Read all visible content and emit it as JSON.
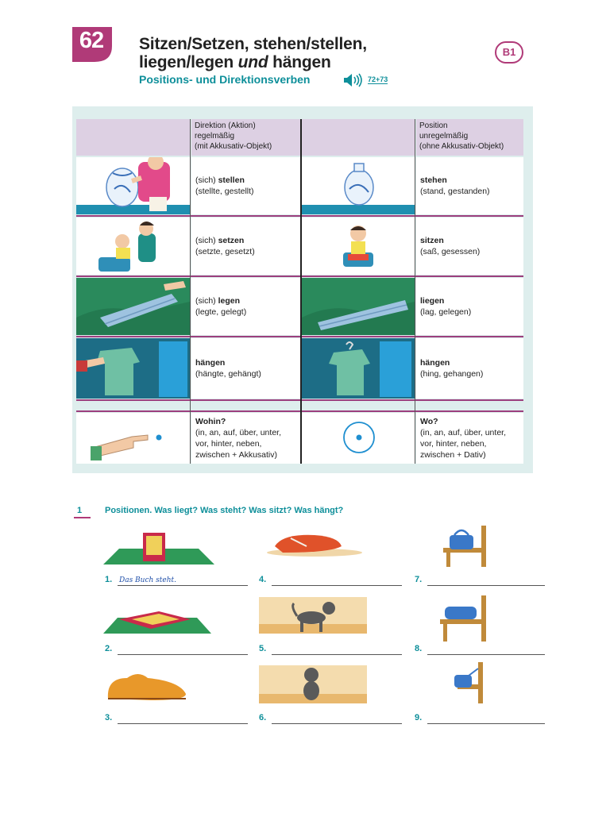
{
  "header": {
    "unit_number": "62",
    "title_line1": "Sitzen/Setzen, stehen/stellen,",
    "title_line2_a": "liegen/legen ",
    "title_line2_b": "und",
    "title_line2_c": " hängen",
    "subtitle": "Positions- und Direktionsverben",
    "audio_track": "72+73",
    "level": "B1",
    "colors": {
      "magenta": "#b03a78",
      "teal": "#0e8f9a",
      "panel": "#deeeed",
      "header_cell": "#ddd0e3"
    }
  },
  "grammar_table": {
    "direction_header": [
      "Direktion (Aktion)",
      "regelmäßig",
      "(mit Akkusativ-Objekt)"
    ],
    "position_header": [
      "Position",
      "unregelmäßig",
      "(ohne Akkusativ-Objekt)"
    ],
    "rows": [
      {
        "dir_verb": "stellen",
        "dir_prefix": "(sich) ",
        "dir_forms": "(stellte, gestellt)",
        "pos_verb": "stehen",
        "pos_forms": "(stand, gestanden)",
        "dir_icon": "vase-placing-icon",
        "pos_icon": "vase-standing-icon"
      },
      {
        "dir_verb": "setzen",
        "dir_prefix": "(sich) ",
        "dir_forms": "(setzte, gesetzt)",
        "pos_verb": "sitzen",
        "pos_forms": "(saß, gesessen)",
        "dir_icon": "child-seating-icon",
        "pos_icon": "child-sitting-icon"
      },
      {
        "dir_verb": "legen",
        "dir_prefix": "(sich) ",
        "dir_forms": "(legte, gelegt)",
        "pos_verb": "liegen",
        "pos_forms": "(lag, gelegen)",
        "dir_icon": "jeans-laying-icon",
        "pos_icon": "jeans-lying-icon"
      },
      {
        "dir_verb": "hängen",
        "dir_prefix": "",
        "dir_forms": "(hängte, gehängt)",
        "pos_verb": "hängen",
        "pos_forms": "(hing, gehangen)",
        "dir_icon": "shirt-hanging-up-icon",
        "pos_icon": "shirt-hanging-icon"
      }
    ],
    "question_row": {
      "dir_question": "Wohin?",
      "dir_lines": [
        "(in, an, auf, über, unter,",
        "vor, hinter, neben,",
        "zwischen + Akkusativ)"
      ],
      "pos_question": "Wo?",
      "pos_lines": [
        "(in, an, auf, über, unter,",
        "vor, hinter, neben,",
        "zwischen + Dativ)"
      ],
      "dir_icon": "pointing-hand-icon",
      "pos_icon": "dot-in-circle-icon"
    }
  },
  "exercise": {
    "number": "1",
    "title": "Positionen. Was liegt? Was steht? Was sitzt? Was hängt?",
    "items": [
      {
        "num": "1.",
        "answer": "Das Buch steht.",
        "icon": "book-standing-icon"
      },
      {
        "num": "2.",
        "answer": "",
        "icon": "book-lying-icon"
      },
      {
        "num": "3.",
        "answer": "",
        "icon": "shoe-standing-icon"
      },
      {
        "num": "4.",
        "answer": "",
        "icon": "shoe-lying-icon"
      },
      {
        "num": "5.",
        "answer": "",
        "icon": "dog-standing-icon"
      },
      {
        "num": "6.",
        "answer": "",
        "icon": "dog-sitting-icon"
      },
      {
        "num": "7.",
        "answer": "",
        "icon": "bag-on-chair-icon"
      },
      {
        "num": "8.",
        "answer": "",
        "icon": "sweater-on-chair-icon"
      },
      {
        "num": "9.",
        "answer": "",
        "icon": "bag-hanging-on-chair-icon"
      }
    ]
  }
}
